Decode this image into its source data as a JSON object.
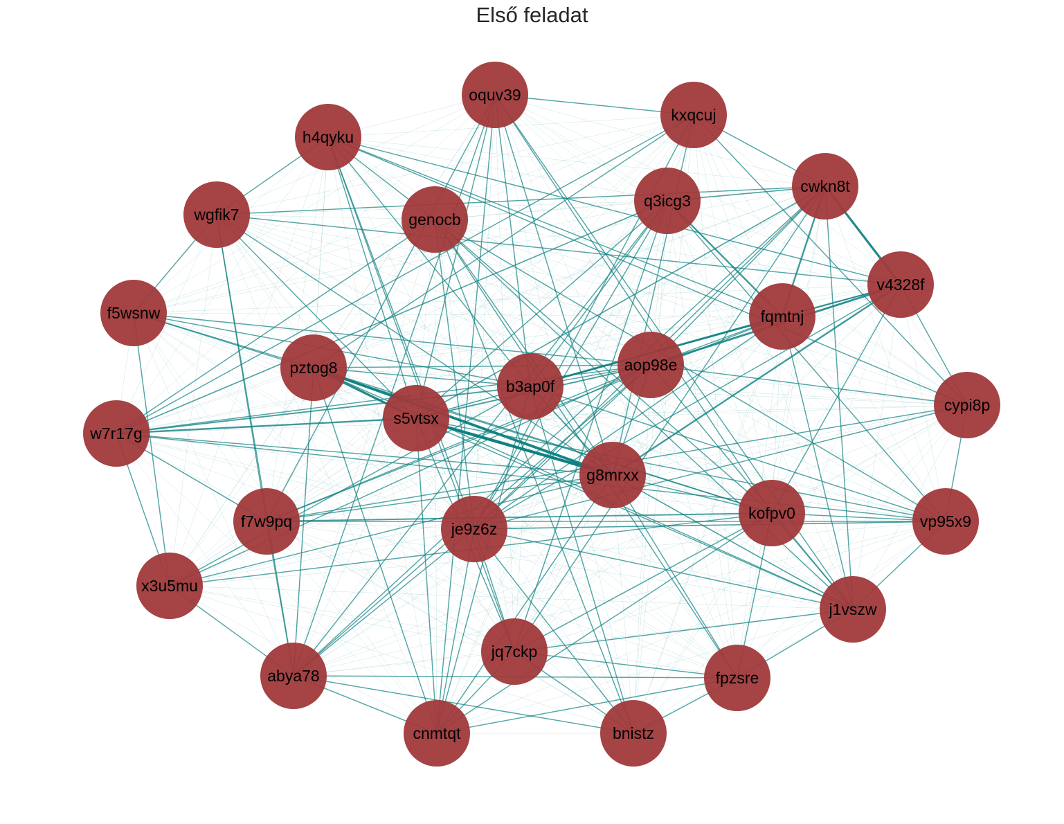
{
  "title": "Első feladat",
  "colors": {
    "node": "#a0393b",
    "edge": "#0f8080",
    "background": "#ffffff"
  },
  "nodes": [
    {
      "id": "oquv39"
    },
    {
      "id": "kxqcuj"
    },
    {
      "id": "h4qyku"
    },
    {
      "id": "cwkn8t"
    },
    {
      "id": "q3icg3"
    },
    {
      "id": "wgfik7"
    },
    {
      "id": "genocb"
    },
    {
      "id": "v4328f"
    },
    {
      "id": "f5wsnw"
    },
    {
      "id": "fqmtnj"
    },
    {
      "id": "pztog8"
    },
    {
      "id": "aop98e"
    },
    {
      "id": "b3ap0f"
    },
    {
      "id": "cypi8p"
    },
    {
      "id": "s5vtsx"
    },
    {
      "id": "w7r17g"
    },
    {
      "id": "g8mrxx"
    },
    {
      "id": "kofpv0"
    },
    {
      "id": "f7w9pq"
    },
    {
      "id": "je9z6z"
    },
    {
      "id": "vp95x9"
    },
    {
      "id": "x3u5mu"
    },
    {
      "id": "j1vszw"
    },
    {
      "id": "jq7ckp"
    },
    {
      "id": "abya78"
    },
    {
      "id": "fpzsre"
    },
    {
      "id": "cnmtqt"
    },
    {
      "id": "bnistz"
    }
  ],
  "edges": [
    [
      "s5vtsx",
      "g8mrxx",
      4
    ],
    [
      "pztog8",
      "g8mrxx",
      3.5
    ],
    [
      "pztog8",
      "s5vtsx",
      3
    ],
    [
      "cwkn8t",
      "v4328f",
      3
    ],
    [
      "v4328f",
      "aop98e",
      2.5
    ],
    [
      "fqmtnj",
      "b3ap0f",
      2.5
    ],
    [
      "q3icg3",
      "fqmtnj",
      2
    ],
    [
      "v4328f",
      "g8mrxx",
      2
    ],
    [
      "cwkn8t",
      "fqmtnj",
      2
    ],
    [
      "w7r17g",
      "s5vtsx",
      2
    ],
    [
      "w7r17g",
      "b3ap0f",
      1.5
    ],
    [
      "f7w9pq",
      "kofpv0",
      1.5
    ],
    [
      "b3ap0f",
      "g8mrxx",
      1.5
    ],
    [
      "aop98e",
      "s5vtsx",
      1.5
    ],
    [
      "cwkn8t",
      "s5vtsx",
      1.2
    ],
    [
      "q3icg3",
      "w7r17g",
      1.2
    ],
    [
      "je9z6z",
      "vp95x9",
      1.2
    ],
    [
      "g8mrxx",
      "j1vszw",
      1.2
    ],
    [
      "cwkn8t",
      "q3icg3",
      1.2
    ],
    [
      "fqmtnj",
      "v4328f",
      1.5
    ],
    [
      "wgfik7",
      "g8mrxx",
      1
    ],
    [
      "h4qyku",
      "jq7ckp",
      1
    ],
    [
      "abya78",
      "aop98e",
      1
    ],
    [
      "cnmtqt",
      "oquv39",
      1
    ],
    [
      "cnmtqt",
      "b3ap0f",
      1
    ],
    [
      "abya78",
      "fpzsre",
      1
    ],
    [
      "abya78",
      "cwkn8t",
      1
    ],
    [
      "wgfik7",
      "cwkn8t",
      1
    ],
    [
      "h4qyku",
      "v4328f",
      1
    ],
    [
      "oquv39",
      "j1vszw",
      1
    ],
    [
      "genocb",
      "fpzsre",
      1
    ],
    [
      "f7w9pq",
      "aop98e",
      1
    ],
    [
      "pztog8",
      "j1vszw",
      1
    ],
    [
      "s5vtsx",
      "jq7ckp",
      1
    ],
    [
      "je9z6z",
      "aop98e",
      1
    ],
    [
      "cnmtqt",
      "kofpv0",
      1
    ],
    [
      "x3u5mu",
      "b3ap0f",
      1
    ],
    [
      "f5wsnw",
      "kofpv0",
      1
    ],
    [
      "w7r17g",
      "vp95x9",
      1
    ],
    [
      "oquv39",
      "abya78",
      1
    ],
    [
      "kxqcuj",
      "je9z6z",
      1
    ],
    [
      "q3icg3",
      "vp95x9",
      1
    ],
    [
      "wgfik7",
      "v4328f",
      1
    ],
    [
      "h4qyku",
      "cypi8p",
      1
    ],
    [
      "genocb",
      "j1vszw",
      1
    ],
    [
      "b3ap0f",
      "bnistz",
      1
    ],
    [
      "jq7ckp",
      "j1vszw",
      1
    ],
    [
      "cnmtqt",
      "fpzsre",
      1
    ],
    [
      "abya78",
      "bnistz",
      1
    ],
    [
      "f7w9pq",
      "fqmtnj",
      1
    ],
    [
      "je9z6z",
      "cwkn8t",
      1
    ],
    [
      "s5vtsx",
      "vp95x9",
      1
    ],
    [
      "g8mrxx",
      "cnmtqt",
      1
    ],
    [
      "kofpv0",
      "jq7ckp",
      1
    ],
    [
      "pztog8",
      "kofpv0",
      1
    ],
    [
      "oquv39",
      "kofpv0",
      1
    ],
    [
      "genocb",
      "kofpv0",
      1
    ],
    [
      "h4qyku",
      "s5vtsx",
      1
    ],
    [
      "wgfik7",
      "abya78",
      1
    ],
    [
      "f5wsnw",
      "aop98e",
      1
    ],
    [
      "w7r17g",
      "aop98e",
      1
    ],
    [
      "x3u5mu",
      "aop98e",
      1
    ],
    [
      "x3u5mu",
      "g8mrxx",
      1
    ],
    [
      "f7w9pq",
      "cypi8p",
      1
    ],
    [
      "abya78",
      "je9z6z",
      1
    ],
    [
      "cnmtqt",
      "s5vtsx",
      1
    ],
    [
      "bnistz",
      "jq7ckp",
      1
    ],
    [
      "fpzsre",
      "kofpv0",
      1
    ],
    [
      "j1vszw",
      "cwkn8t",
      1
    ],
    [
      "vp95x9",
      "b3ap0f",
      1
    ],
    [
      "cypi8p",
      "kxqcuj",
      1
    ],
    [
      "q3icg3",
      "je9z6z",
      1
    ],
    [
      "kxqcuj",
      "pztog8",
      1
    ],
    [
      "oquv39",
      "g8mrxx",
      1
    ],
    [
      "h4qyku",
      "fqmtnj",
      1
    ],
    [
      "genocb",
      "vp95x9",
      1
    ],
    [
      "wgfik7",
      "f5wsnw",
      1
    ],
    [
      "f5wsnw",
      "x3u5mu",
      1
    ],
    [
      "w7r17g",
      "f7w9pq",
      1
    ],
    [
      "pztog8",
      "abya78",
      1
    ],
    [
      "je9z6z",
      "jq7ckp",
      1
    ],
    [
      "jq7ckp",
      "cnmtqt",
      1
    ],
    [
      "bnistz",
      "fpzsre",
      1
    ],
    [
      "fpzsre",
      "j1vszw",
      1
    ],
    [
      "j1vszw",
      "vp95x9",
      1
    ],
    [
      "vp95x9",
      "cypi8p",
      1
    ],
    [
      "v4328f",
      "cypi8p",
      1
    ],
    [
      "kofpv0",
      "j1vszw",
      1
    ],
    [
      "aop98e",
      "fqmtnj",
      1
    ],
    [
      "b3ap0f",
      "aop98e",
      1
    ],
    [
      "genocb",
      "h4qyku",
      1
    ],
    [
      "oquv39",
      "kxqcuj",
      1
    ],
    [
      "h4qyku",
      "wgfik7",
      1
    ],
    [
      "w7r17g",
      "x3u5mu",
      1
    ],
    [
      "x3u5mu",
      "abya78",
      1
    ],
    [
      "abya78",
      "cnmtqt",
      1
    ],
    [
      "kxqcuj",
      "cwkn8t",
      1
    ],
    [
      "kxqcuj",
      "w7r17g",
      1
    ],
    [
      "oquv39",
      "f7w9pq",
      1
    ],
    [
      "oquv39",
      "s5vtsx",
      1
    ],
    [
      "cypi8p",
      "je9z6z",
      1
    ],
    [
      "vp95x9",
      "f7w9pq",
      1
    ],
    [
      "j1vszw",
      "s5vtsx",
      1
    ],
    [
      "fpzsre",
      "g8mrxx",
      1
    ],
    [
      "bnistz",
      "genocb",
      1
    ],
    [
      "cnmtqt",
      "pztog8",
      1
    ],
    [
      "abya78",
      "q3icg3",
      1
    ],
    [
      "jq7ckp",
      "q3icg3",
      1
    ],
    [
      "je9z6z",
      "genocb",
      1
    ],
    [
      "f7w9pq",
      "wgfik7",
      1
    ],
    [
      "kofpv0",
      "v4328f",
      1
    ],
    [
      "g8mrxx",
      "aop98e",
      1
    ],
    [
      "s5vtsx",
      "fqmtnj",
      1
    ],
    [
      "b3ap0f",
      "h4qyku",
      1
    ],
    [
      "pztog8",
      "f5wsnw",
      1
    ],
    [
      "w7r17g",
      "genocb",
      1
    ],
    [
      "x3u5mu",
      "kofpv0",
      1
    ],
    [
      "f5wsnw",
      "b3ap0f",
      1
    ],
    [
      "fqmtnj",
      "j1vszw",
      1
    ],
    [
      "aop98e",
      "j1vszw",
      1
    ],
    [
      "cwkn8t",
      "jq7ckp",
      1
    ],
    [
      "v4328f",
      "je9z6z",
      1
    ],
    [
      "q3icg3",
      "s5vtsx",
      1
    ],
    [
      "genocb",
      "g8mrxx",
      1
    ],
    [
      "oquv39",
      "b3ap0f",
      1
    ],
    [
      "h4qyku",
      "je9z6z",
      1
    ],
    [
      "kxqcuj",
      "g8mrxx",
      1
    ],
    [
      "wgfik7",
      "s5vtsx",
      1
    ],
    [
      "f7w9pq",
      "g8mrxx",
      1
    ],
    [
      "abya78",
      "f7w9pq",
      1
    ],
    [
      "cnmtqt",
      "je9z6z",
      1
    ],
    [
      "bnistz",
      "je9z6z",
      1
    ],
    [
      "fpzsre",
      "jq7ckp",
      1
    ],
    [
      "j1vszw",
      "je9z6z",
      1
    ],
    [
      "vp95x9",
      "kofpv0",
      1
    ],
    [
      "cypi8p",
      "aop98e",
      1
    ],
    [
      "v4328f",
      "b3ap0f",
      1
    ],
    [
      "cwkn8t",
      "aop98e",
      1
    ],
    [
      "q3icg3",
      "b3ap0f",
      1
    ],
    [
      "fqmtnj",
      "je9z6z",
      1
    ],
    [
      "kofpv0",
      "g8mrxx",
      1
    ],
    [
      "pztog8",
      "b3ap0f",
      1
    ],
    [
      "pztog8",
      "aop98e",
      1
    ],
    [
      "w7r17g",
      "g8mrxx",
      1
    ]
  ]
}
